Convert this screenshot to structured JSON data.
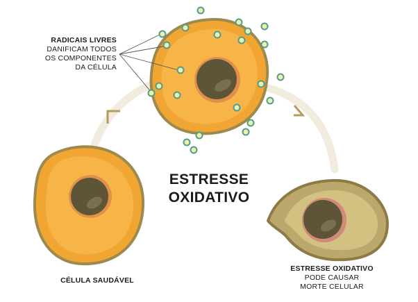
{
  "free_radicals_label": {
    "title": "RADICAIS LIVRES",
    "lines": [
      "DANIFICAM TODOS",
      "OS COMPONENTES",
      "DA CÉLULA"
    ]
  },
  "center_title": {
    "line1": "ESTRESSE",
    "line2": "OXIDATIVO"
  },
  "healthy_cell_label": "CÉLULA SAUDÁVEL",
  "cell_death_label": {
    "title": "ESTRESSE OXIDATIVO",
    "lines": [
      "PODE CAUSAR",
      "MORTE CELULAR"
    ]
  },
  "colors": {
    "cell_fill": "#f1a633",
    "cell_inner": "#f7b548",
    "cell_border": "#9c8a4e",
    "nucleus": "#5e5437",
    "nucleus_ring": "#e0904a",
    "radical_fill": "#f1f0a4",
    "radical_stroke": "#4f9c95",
    "arrow_path": "#f2ecdf",
    "arrowhead": "#b49b5b",
    "dying_cell_fill": "#bca76d",
    "dying_cell_border": "#8c7b45"
  }
}
